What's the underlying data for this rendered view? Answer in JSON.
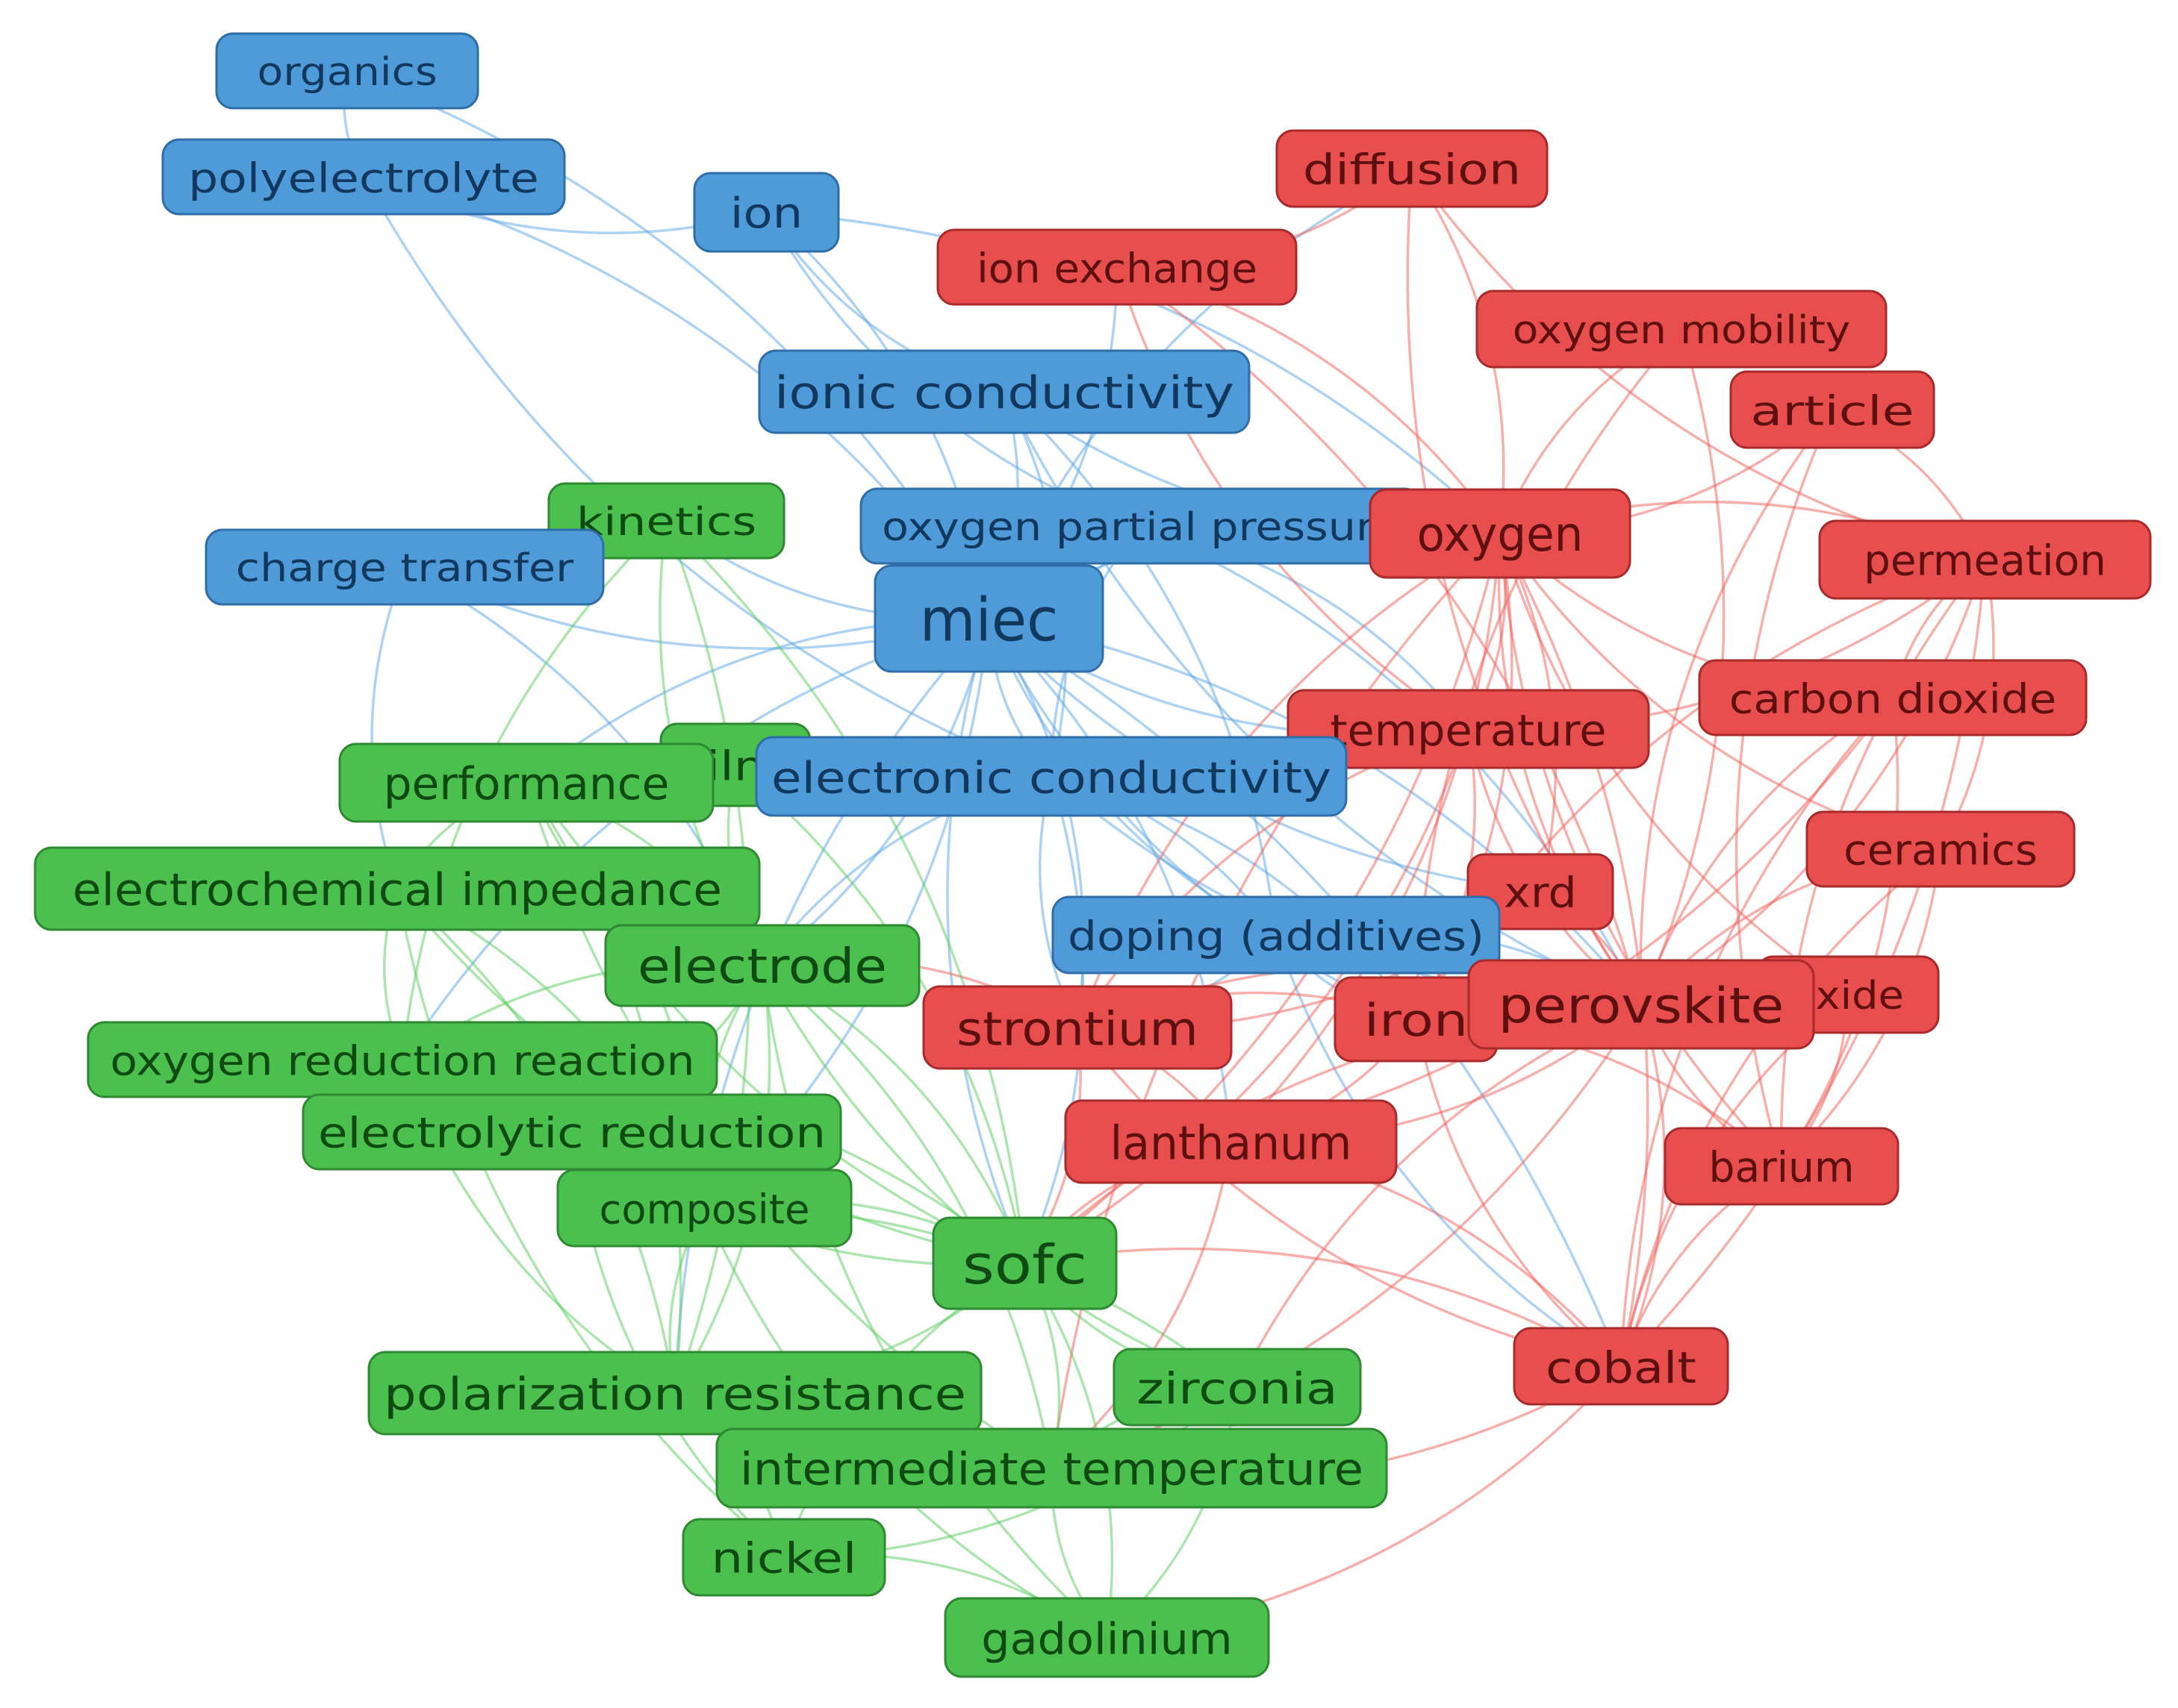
{
  "cluster_colors": {
    "blue": {
      "fill": "#4f9bd9",
      "stroke": "#2e6da8",
      "text": "#12385e",
      "edge": "#5ea5e6"
    },
    "red": {
      "fill": "#e84e4e",
      "stroke": "#a82a2a",
      "text": "#5e0f0f",
      "edge": "#f0605a"
    },
    "green": {
      "fill": "#4cc04f",
      "stroke": "#2e8a31",
      "text": "#0f4a12",
      "edge": "#5ccc60"
    }
  },
  "nodes": [
    {
      "id": "organics",
      "label": "organics",
      "cluster": "blue"
    },
    {
      "id": "polyelectrolyte",
      "label": "polyelectrolyte",
      "cluster": "blue"
    },
    {
      "id": "ion",
      "label": "ion",
      "cluster": "blue"
    },
    {
      "id": "ionic-conductivity",
      "label": "ionic conductivity",
      "cluster": "blue"
    },
    {
      "id": "charge-transfer",
      "label": "charge transfer",
      "cluster": "blue"
    },
    {
      "id": "oxygen-partial-pressure",
      "label": "oxygen partial pressure",
      "cluster": "blue"
    },
    {
      "id": "miec",
      "label": "miec",
      "cluster": "blue"
    },
    {
      "id": "electronic-conductivity",
      "label": "electronic conductivity",
      "cluster": "blue"
    },
    {
      "id": "doping",
      "label": "doping (additives)",
      "cluster": "blue"
    },
    {
      "id": "diffusion",
      "label": "diffusion",
      "cluster": "red"
    },
    {
      "id": "ion-exchange",
      "label": "ion exchange",
      "cluster": "red"
    },
    {
      "id": "oxygen-mobility",
      "label": "oxygen mobility",
      "cluster": "red"
    },
    {
      "id": "article",
      "label": "article",
      "cluster": "red"
    },
    {
      "id": "oxygen",
      "label": "oxygen",
      "cluster": "red"
    },
    {
      "id": "permeation",
      "label": "permeation",
      "cluster": "red"
    },
    {
      "id": "carbon-dioxide",
      "label": "carbon dioxide",
      "cluster": "red"
    },
    {
      "id": "temperature",
      "label": "temperature",
      "cluster": "red"
    },
    {
      "id": "ceramics",
      "label": "ceramics",
      "cluster": "red"
    },
    {
      "id": "xrd",
      "label": "xrd",
      "cluster": "red"
    },
    {
      "id": "oxide",
      "label": "oxide",
      "cluster": "red"
    },
    {
      "id": "iron",
      "label": "iron",
      "cluster": "red"
    },
    {
      "id": "perovskite",
      "label": "perovskite",
      "cluster": "red"
    },
    {
      "id": "strontium",
      "label": "strontium",
      "cluster": "red"
    },
    {
      "id": "lanthanum",
      "label": "lanthanum",
      "cluster": "red"
    },
    {
      "id": "barium",
      "label": "barium",
      "cluster": "red"
    },
    {
      "id": "cobalt",
      "label": "cobalt",
      "cluster": "red"
    },
    {
      "id": "kinetics",
      "label": "kinetics",
      "cluster": "green"
    },
    {
      "id": "film",
      "label": "film",
      "cluster": "green"
    },
    {
      "id": "performance",
      "label": "performance",
      "cluster": "green"
    },
    {
      "id": "electrochemical-impedance",
      "label": "electrochemical impedance",
      "cluster": "green"
    },
    {
      "id": "electrode",
      "label": "electrode",
      "cluster": "green"
    },
    {
      "id": "oxygen-reduction-reaction",
      "label": "oxygen reduction reaction",
      "cluster": "green"
    },
    {
      "id": "electrolytic-reduction",
      "label": "electrolytic reduction",
      "cluster": "green"
    },
    {
      "id": "composite",
      "label": "composite",
      "cluster": "green"
    },
    {
      "id": "sofc",
      "label": "sofc",
      "cluster": "green"
    },
    {
      "id": "polarization-resistance",
      "label": "polarization resistance",
      "cluster": "green"
    },
    {
      "id": "zirconia",
      "label": "zirconia",
      "cluster": "green"
    },
    {
      "id": "intermediate-temperature",
      "label": "intermediate temperature",
      "cluster": "green"
    },
    {
      "id": "nickel",
      "label": "nickel",
      "cluster": "green"
    },
    {
      "id": "gadolinium",
      "label": "gadolinium",
      "cluster": "green"
    }
  ],
  "edges": [
    [
      "organics",
      "polyelectrolyte"
    ],
    [
      "organics",
      "miec"
    ],
    [
      "polyelectrolyte",
      "ion"
    ],
    [
      "polyelectrolyte",
      "miec"
    ],
    [
      "polyelectrolyte",
      "electronic-conductivity"
    ],
    [
      "ion",
      "miec"
    ],
    [
      "ion",
      "ionic-conductivity"
    ],
    [
      "ion",
      "oxygen"
    ],
    [
      "ion",
      "oxygen-partial-pressure"
    ],
    [
      "ionic-conductivity",
      "miec"
    ],
    [
      "ionic-conductivity",
      "oxygen"
    ],
    [
      "ionic-conductivity",
      "electronic-conductivity"
    ],
    [
      "ionic-conductivity",
      "perovskite"
    ],
    [
      "ionic-conductivity",
      "doping"
    ],
    [
      "charge-transfer",
      "miec"
    ],
    [
      "charge-transfer",
      "electrode"
    ],
    [
      "charge-transfer",
      "electrochemical-impedance"
    ],
    [
      "oxygen-partial-pressure",
      "miec"
    ],
    [
      "oxygen-partial-pressure",
      "oxygen"
    ],
    [
      "oxygen-partial-pressure",
      "perovskite"
    ],
    [
      "oxygen-partial-pressure",
      "electronic-conductivity"
    ],
    [
      "oxygen-partial-pressure",
      "temperature"
    ],
    [
      "miec",
      "electronic-conductivity"
    ],
    [
      "miec",
      "oxygen"
    ],
    [
      "miec",
      "doping"
    ],
    [
      "miec",
      "perovskite"
    ],
    [
      "miec",
      "sofc"
    ],
    [
      "miec",
      "electrode"
    ],
    [
      "miec",
      "performance"
    ],
    [
      "miec",
      "kinetics"
    ],
    [
      "miec",
      "oxygen-reduction-reaction"
    ],
    [
      "miec",
      "composite"
    ],
    [
      "miec",
      "polarization-resistance"
    ],
    [
      "miec",
      "strontium"
    ],
    [
      "miec",
      "iron"
    ],
    [
      "miec",
      "cobalt"
    ],
    [
      "miec",
      "temperature"
    ],
    [
      "miec",
      "lanthanum"
    ],
    [
      "miec",
      "ion-exchange"
    ],
    [
      "miec",
      "diffusion"
    ],
    [
      "miec",
      "xrd"
    ],
    [
      "electronic-conductivity",
      "doping"
    ],
    [
      "electronic-conductivity",
      "perovskite"
    ],
    [
      "electronic-conductivity",
      "sofc"
    ],
    [
      "electronic-conductivity",
      "electrode"
    ],
    [
      "electronic-conductivity",
      "iron"
    ],
    [
      "electronic-conductivity",
      "strontium"
    ],
    [
      "doping",
      "perovskite"
    ],
    [
      "doping",
      "iron"
    ],
    [
      "doping",
      "strontium"
    ],
    [
      "doping",
      "cobalt"
    ],
    [
      "diffusion",
      "oxygen"
    ],
    [
      "diffusion",
      "permeation"
    ],
    [
      "diffusion",
      "ion-exchange"
    ],
    [
      "diffusion",
      "perovskite"
    ],
    [
      "ion-exchange",
      "oxygen"
    ],
    [
      "ion-exchange",
      "temperature"
    ],
    [
      "ion-exchange",
      "perovskite"
    ],
    [
      "oxygen-mobility",
      "oxygen"
    ],
    [
      "oxygen-mobility",
      "perovskite"
    ],
    [
      "oxygen-mobility",
      "iron"
    ],
    [
      "article",
      "oxygen"
    ],
    [
      "article",
      "perovskite"
    ],
    [
      "article",
      "permeation"
    ],
    [
      "article",
      "barium"
    ],
    [
      "oxygen",
      "permeation"
    ],
    [
      "oxygen",
      "carbon-dioxide"
    ],
    [
      "oxygen",
      "temperature"
    ],
    [
      "oxygen",
      "perovskite"
    ],
    [
      "oxygen",
      "iron"
    ],
    [
      "oxygen",
      "strontium"
    ],
    [
      "oxygen",
      "lanthanum"
    ],
    [
      "oxygen",
      "barium"
    ],
    [
      "oxygen",
      "cobalt"
    ],
    [
      "oxygen",
      "ceramics"
    ],
    [
      "oxygen",
      "xrd"
    ],
    [
      "oxygen",
      "oxide"
    ],
    [
      "oxygen",
      "sofc"
    ],
    [
      "oxygen",
      "intermediate-temperature"
    ],
    [
      "permeation",
      "perovskite"
    ],
    [
      "permeation",
      "carbon-dioxide"
    ],
    [
      "permeation",
      "ceramics"
    ],
    [
      "permeation",
      "barium"
    ],
    [
      "permeation",
      "cobalt"
    ],
    [
      "permeation",
      "iron"
    ],
    [
      "permeation",
      "temperature"
    ],
    [
      "carbon-dioxide",
      "perovskite"
    ],
    [
      "carbon-dioxide",
      "barium"
    ],
    [
      "carbon-dioxide",
      "cobalt"
    ],
    [
      "carbon-dioxide",
      "lanthanum"
    ],
    [
      "temperature",
      "perovskite"
    ],
    [
      "temperature",
      "iron"
    ],
    [
      "temperature",
      "strontium"
    ],
    [
      "temperature",
      "sofc"
    ],
    [
      "ceramics",
      "perovskite"
    ],
    [
      "ceramics",
      "barium"
    ],
    [
      "ceramics",
      "cobalt"
    ],
    [
      "xrd",
      "perovskite"
    ],
    [
      "xrd",
      "iron"
    ],
    [
      "xrd",
      "strontium"
    ],
    [
      "oxide",
      "perovskite"
    ],
    [
      "oxide",
      "barium"
    ],
    [
      "oxide",
      "cobalt"
    ],
    [
      "iron",
      "perovskite"
    ],
    [
      "iron",
      "strontium"
    ],
    [
      "iron",
      "lanthanum"
    ],
    [
      "iron",
      "cobalt"
    ],
    [
      "iron",
      "barium"
    ],
    [
      "perovskite",
      "strontium"
    ],
    [
      "perovskite",
      "lanthanum"
    ],
    [
      "perovskite",
      "barium"
    ],
    [
      "perovskite",
      "cobalt"
    ],
    [
      "perovskite",
      "sofc"
    ],
    [
      "perovskite",
      "intermediate-temperature"
    ],
    [
      "perovskite",
      "zirconia"
    ],
    [
      "strontium",
      "lanthanum"
    ],
    [
      "strontium",
      "cobalt"
    ],
    [
      "strontium",
      "sofc"
    ],
    [
      "strontium",
      "electrode"
    ],
    [
      "lanthanum",
      "cobalt"
    ],
    [
      "lanthanum",
      "sofc"
    ],
    [
      "lanthanum",
      "intermediate-temperature"
    ],
    [
      "barium",
      "cobalt"
    ],
    [
      "cobalt",
      "intermediate-temperature"
    ],
    [
      "cobalt",
      "sofc"
    ],
    [
      "cobalt",
      "gadolinium"
    ],
    [
      "kinetics",
      "electrode"
    ],
    [
      "kinetics",
      "sofc"
    ],
    [
      "kinetics",
      "oxygen-reduction-reaction"
    ],
    [
      "kinetics",
      "polarization-resistance"
    ],
    [
      "film",
      "electrode"
    ],
    [
      "film",
      "sofc"
    ],
    [
      "film",
      "performance"
    ],
    [
      "performance",
      "electrode"
    ],
    [
      "performance",
      "sofc"
    ],
    [
      "performance",
      "polarization-resistance"
    ],
    [
      "performance",
      "electrochemical-impedance"
    ],
    [
      "performance",
      "composite"
    ],
    [
      "performance",
      "intermediate-temperature"
    ],
    [
      "electrochemical-impedance",
      "electrode"
    ],
    [
      "electrochemical-impedance",
      "sofc"
    ],
    [
      "electrochemical-impedance",
      "polarization-resistance"
    ],
    [
      "electrochemical-impedance",
      "oxygen-reduction-reaction"
    ],
    [
      "electrochemical-impedance",
      "composite"
    ],
    [
      "electrochemical-impedance",
      "nickel"
    ],
    [
      "electrode",
      "sofc"
    ],
    [
      "electrode",
      "oxygen-reduction-reaction"
    ],
    [
      "electrode",
      "polarization-resistance"
    ],
    [
      "electrode",
      "composite"
    ],
    [
      "electrode",
      "electrolytic-reduction"
    ],
    [
      "electrode",
      "zirconia"
    ],
    [
      "electrode",
      "intermediate-temperature"
    ],
    [
      "electrode",
      "gadolinium"
    ],
    [
      "oxygen-reduction-reaction",
      "sofc"
    ],
    [
      "oxygen-reduction-reaction",
      "polarization-resistance"
    ],
    [
      "oxygen-reduction-reaction",
      "composite"
    ],
    [
      "electrolytic-reduction",
      "sofc"
    ],
    [
      "electrolytic-reduction",
      "composite"
    ],
    [
      "electrolytic-reduction",
      "nickel"
    ],
    [
      "composite",
      "sofc"
    ],
    [
      "composite",
      "polarization-resistance"
    ],
    [
      "composite",
      "zirconia"
    ],
    [
      "composite",
      "gadolinium"
    ],
    [
      "sofc",
      "polarization-resistance"
    ],
    [
      "sofc",
      "zirconia"
    ],
    [
      "sofc",
      "intermediate-temperature"
    ],
    [
      "sofc",
      "nickel"
    ],
    [
      "sofc",
      "gadolinium"
    ],
    [
      "polarization-resistance",
      "intermediate-temperature"
    ],
    [
      "polarization-resistance",
      "nickel"
    ],
    [
      "zirconia",
      "intermediate-temperature"
    ],
    [
      "zirconia",
      "gadolinium"
    ],
    [
      "intermediate-temperature",
      "gadolinium"
    ],
    [
      "nickel",
      "gadolinium"
    ],
    [
      "nickel",
      "zirconia"
    ]
  ]
}
